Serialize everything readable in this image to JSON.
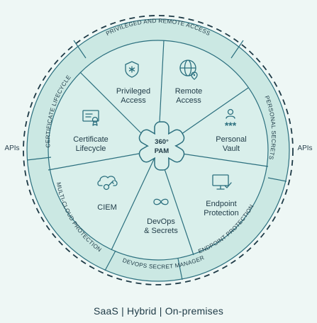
{
  "center": {
    "line1": "360°",
    "line2": "PAM"
  },
  "inner_segments": [
    {
      "id": "privileged",
      "lines": [
        "Privileged",
        "Access"
      ],
      "icon": "shield-asterisk-icon"
    },
    {
      "id": "remote",
      "lines": [
        "Remote",
        "Access"
      ],
      "icon": "globe-pin-icon"
    },
    {
      "id": "vault",
      "lines": [
        "Personal",
        "Vault"
      ],
      "icon": "user-password-icon"
    },
    {
      "id": "endpoint",
      "lines": [
        "Endpoint",
        "Protection"
      ],
      "icon": "monitor-check-icon"
    },
    {
      "id": "devops",
      "lines": [
        "DevOps",
        "& Secrets"
      ],
      "icon": "infinity-icon"
    },
    {
      "id": "ciem",
      "lines": [
        "CIEM"
      ],
      "icon": "cloud-key-icon"
    },
    {
      "id": "certificate",
      "lines": [
        "Certificate",
        "Lifecycle"
      ],
      "icon": "certificate-icon"
    }
  ],
  "outer_ring": [
    {
      "id": "ring-privileged-remote",
      "text": "PRIVILEGED AND REMOTE ACCESS"
    },
    {
      "id": "ring-personal-secrets",
      "text": "PERSONAL SECRETS"
    },
    {
      "id": "ring-endpoint",
      "text": "ENDPOINT PROTECTION"
    },
    {
      "id": "ring-devops",
      "text": "DEVOPS SECRET MANAGER"
    },
    {
      "id": "ring-multicloud",
      "text": "MULTI-CLOUD PROTECTION"
    },
    {
      "id": "ring-certificate",
      "text": "CERTIFICATE LIFECYCLE"
    }
  ],
  "side_labels": {
    "left": "APIs",
    "right": "APIs"
  },
  "footer": "SaaS | Hybrid | On-premises",
  "colors": {
    "background": "#eef7f5",
    "inner_fill": "#d9efeb",
    "outer_ring_fill": "#cbe8e3",
    "line": "#2b6f7e",
    "text": "#1e3a46"
  }
}
